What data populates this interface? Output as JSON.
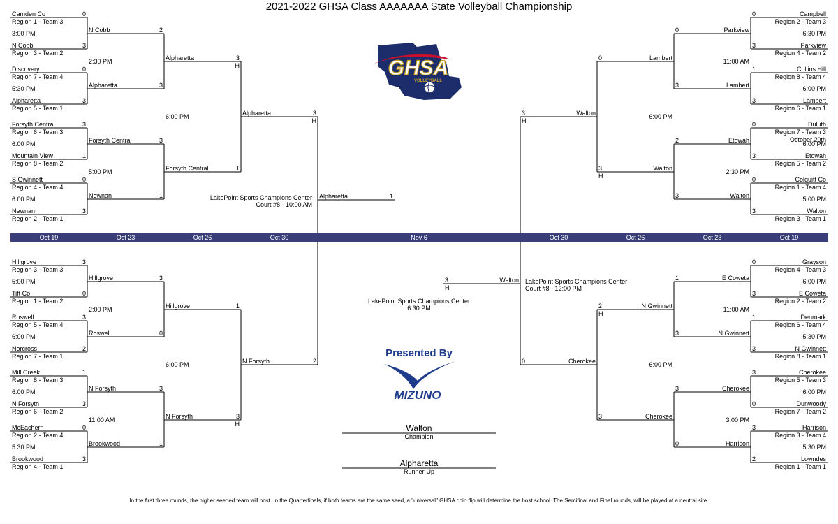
{
  "title": "2021-2022 GHSA Class AAAAAAA State Volleyball Championship",
  "dates": {
    "left": [
      "Oct 19",
      "Oct 23",
      "Oct 26",
      "Oct 30"
    ],
    "center": "Nov 6",
    "right": [
      "Oct 30",
      "Oct 26",
      "Oct 23",
      "Oct 19"
    ]
  },
  "left_top": {
    "r1": [
      {
        "team": "Camden Co",
        "seed": "Region 1 - Team 3",
        "score": "0",
        "time": "3:00 PM"
      },
      {
        "team": "N Cobb",
        "seed": "Region 3 - Team 2",
        "score": "3"
      },
      {
        "team": "Discovery",
        "seed": "Region 7 - Team 4",
        "score": "0",
        "time": "5:30 PM"
      },
      {
        "team": "Alpharetta",
        "seed": "Region 5 - Team 1",
        "score": "3"
      },
      {
        "team": "Forsyth Central",
        "seed": "Region 6 - Team 3",
        "score": "3",
        "time": "6:00 PM"
      },
      {
        "team": "Mountain View",
        "seed": "Region 8 - Team 2",
        "score": "1"
      },
      {
        "team": "S Gwinnett",
        "seed": "Region 4 - Team 4",
        "score": "0",
        "time": "6:00 PM"
      },
      {
        "team": "Newnan",
        "seed": "Region 2 - Team 1",
        "score": "3"
      }
    ],
    "r2": [
      {
        "team": "N Cobb",
        "score": "2"
      },
      {
        "team": "Alpharetta",
        "score": "3"
      },
      {
        "team": "Forsyth Central",
        "score": "3"
      },
      {
        "team": "Newnan",
        "score": "1"
      }
    ],
    "r2_times": [
      "2:30 PM",
      "5:00 PM"
    ],
    "r3": [
      {
        "team": "Alpharetta",
        "score": "3",
        "host": "H"
      },
      {
        "team": "Forsyth Central",
        "score": "1"
      }
    ],
    "r3_time": "6:00 PM",
    "qf": {
      "team": "Alpharetta",
      "score": "3",
      "host": "H"
    }
  },
  "left_bottom": {
    "r1": [
      {
        "team": "Hillgrove",
        "seed": "Region 3 - Team 3",
        "score": "3",
        "time": "5:00 PM"
      },
      {
        "team": "Tift Co",
        "seed": "Region 1 - Team 2",
        "score": "0"
      },
      {
        "team": "Roswell",
        "seed": "Region 5 - Team 4",
        "score": "3",
        "time": "6:00 PM"
      },
      {
        "team": "Norcross",
        "seed": "Region 7 - Team 1",
        "score": "2"
      },
      {
        "team": "Mill Creek",
        "seed": "Region 8 - Team 3",
        "score": "1",
        "time": "6:00 PM"
      },
      {
        "team": "N Forsyth",
        "seed": "Region 6 - Team 2",
        "score": "3"
      },
      {
        "team": "McEachern",
        "seed": "Region 2 - Team 4",
        "score": "0",
        "time": "5:30 PM"
      },
      {
        "team": "Brookwood",
        "seed": "Region 4 - Team 1",
        "score": "3"
      }
    ],
    "r2": [
      {
        "team": "Hillgrove",
        "score": "3"
      },
      {
        "team": "Roswell",
        "score": "0"
      },
      {
        "team": "N Forsyth",
        "score": "3"
      },
      {
        "team": "Brookwood",
        "score": "1"
      }
    ],
    "r2_times": [
      "2:00 PM",
      "11:00 AM"
    ],
    "r3": [
      {
        "team": "Hillgrove",
        "score": "1"
      },
      {
        "team": "N Forsyth",
        "score": "3",
        "host": "H"
      }
    ],
    "r3_time": "6:00 PM",
    "qf": {
      "team": "N Forsyth",
      "score": "2"
    }
  },
  "right_top": {
    "r1": [
      {
        "team": "Campbell",
        "seed": "Region 2 - Team 3",
        "score": "0",
        "time": "6:30 PM"
      },
      {
        "team": "Parkview",
        "seed": "Region 4 - Team 2",
        "score": "3"
      },
      {
        "team": "Collins Hill",
        "seed": "Region  8 - Team 4",
        "score": "1",
        "time": "6:00 PM"
      },
      {
        "team": "Lambert",
        "seed": "Region 6 - Team 1",
        "score": "3"
      },
      {
        "team": "Duluth",
        "seed": "Region 7 - Team 3",
        "score": "0",
        "time": "6:00 PM",
        "note": "October 20th"
      },
      {
        "team": "Etowah",
        "seed": "Region 5 - Team 2",
        "score": "3"
      },
      {
        "team": "Colquitt Co",
        "seed": "Region 1 - Team 4",
        "score": "0",
        "time": "5:00 PM"
      },
      {
        "team": "Walton",
        "seed": "Region 3 - Team 1",
        "score": "3"
      }
    ],
    "r2": [
      {
        "team": "Parkview",
        "score": "0"
      },
      {
        "team": "Lambert",
        "score": "3"
      },
      {
        "team": "Etowah",
        "score": "2"
      },
      {
        "team": "Walton",
        "score": "3"
      }
    ],
    "r2_times": [
      "11:00 AM",
      "2:30 PM"
    ],
    "r3": [
      {
        "team": "Lambert",
        "score": "0"
      },
      {
        "team": "Walton",
        "score": "3",
        "host": "H"
      }
    ],
    "r3_time": "6:00 PM",
    "qf": {
      "team": "Walton",
      "score": "3",
      "host": "H"
    }
  },
  "right_bottom": {
    "r1": [
      {
        "team": "Grayson",
        "seed": "Region 4 - Team 3",
        "score": "0",
        "time": "6:00 PM"
      },
      {
        "team": "E Coweta",
        "seed": "Region 2 - Team 2",
        "score": "3"
      },
      {
        "team": "Denmark",
        "seed": "Region 6 - Team 4",
        "score": "1",
        "time": "5:30 PM"
      },
      {
        "team": "N Gwinnett",
        "seed": "Region 8 - Team 1",
        "score": "3"
      },
      {
        "team": "Cherokee",
        "seed": "Region 5 - Team 3",
        "score": "3",
        "time": "6:00 PM"
      },
      {
        "team": "Dunwoody",
        "seed": "Region 7 - Team 2",
        "score": "0"
      },
      {
        "team": "Harrison",
        "seed": "Region 3 - Team 4",
        "score": "3",
        "time": "5:30 PM"
      },
      {
        "team": "Lowndes",
        "seed": "Region 1 - Team 1",
        "score": "2"
      }
    ],
    "r2": [
      {
        "team": "E Coweta",
        "score": "1"
      },
      {
        "team": "N Gwinnett",
        "score": "3"
      },
      {
        "team": "Cherokee",
        "score": "3"
      },
      {
        "team": "Harrison",
        "score": "0"
      }
    ],
    "r2_times": [
      "11:00 AM",
      "3:00 PM"
    ],
    "r3": [
      {
        "team": "N Gwinnett",
        "score": "2",
        "host": "H"
      },
      {
        "team": "Cherokee",
        "score": "3"
      }
    ],
    "r3_time": "6:00 PM",
    "qf": {
      "team": "Cherokee",
      "score": "0"
    }
  },
  "semis": {
    "left": {
      "team": "Alpharetta",
      "score": "1",
      "venue": "LakePoint Sports Champions Center",
      "court": "Court #8 - 10:00 AM"
    },
    "right": {
      "team": "Walton",
      "score": "3",
      "host": "H",
      "venue": "LakePoint Sports Champions Center",
      "court": "Court #8 - 12:00 PM"
    }
  },
  "final": {
    "venue": "LakePoint Sports Champions Center",
    "time": "6:30 PM",
    "champion": "Walton",
    "champion_label": "Champion",
    "runner_up": "Alpharetta",
    "runner_up_label": "Runner-Up"
  },
  "logo": {
    "text": "GHSA",
    "subtext": "VOLLEYBALL",
    "colors": {
      "navy": "#1d2d6b",
      "red": "#c8102e",
      "gold": "#c9a227"
    }
  },
  "sponsor": {
    "presented_by": "Presented By",
    "name": "MIZUNO",
    "color": "#1f3b8c"
  },
  "footer": "In the first three rounds, the higher seeded team will host. In the Quarterfinals, if both teams are the same seed, a \"universal\" GHSA coin flip will determine the host school. The Semifinal and Final rounds, will be played at a neutral site.",
  "colors": {
    "band": "#3a3e78"
  }
}
